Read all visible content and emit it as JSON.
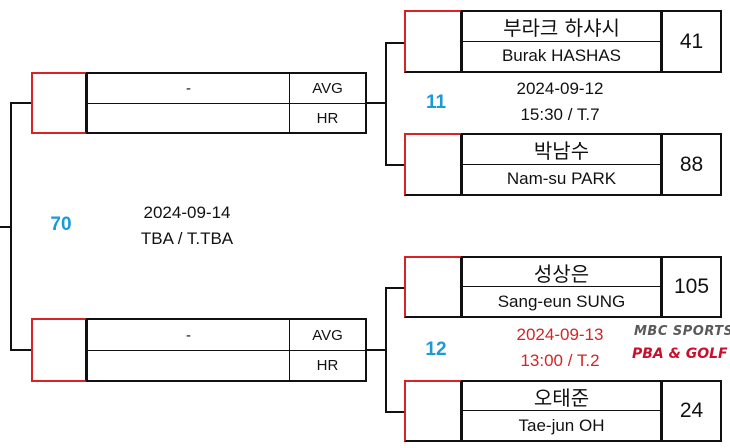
{
  "final": {
    "match_no": "70",
    "date": "2024-09-14",
    "time_table": "TBA / T.TBA"
  },
  "semifinals": [
    {
      "name": "-",
      "label_avg": "AVG",
      "label_hr": "HR"
    },
    {
      "name": "-",
      "label_avg": "AVG",
      "label_hr": "HR"
    }
  ],
  "matches": [
    {
      "match_no": "11",
      "date": "2024-09-12",
      "time_table": "15:30 / T.7",
      "players": [
        {
          "name_ko": "부라크 하샤시",
          "name_en": "Burak HASHAS",
          "score": "41"
        },
        {
          "name_ko": "박남수",
          "name_en": "Nam-su PARK",
          "score": "88"
        }
      ]
    },
    {
      "match_no": "12",
      "date": "2024-09-13",
      "time_table": "13:00 / T.2",
      "players": [
        {
          "name_ko": "성상은",
          "name_en": "Sang-eun SUNG",
          "score": "105"
        },
        {
          "name_ko": "오태준",
          "name_en": "Tae-jun OH",
          "score": "24"
        }
      ]
    }
  ],
  "broadcaster": {
    "line1": "MBC SPORTS+",
    "line2": "PBA & GOLF"
  },
  "colors": {
    "accent_blue": "#1a9ad6",
    "live_red": "#d62424",
    "line": "#111111"
  }
}
